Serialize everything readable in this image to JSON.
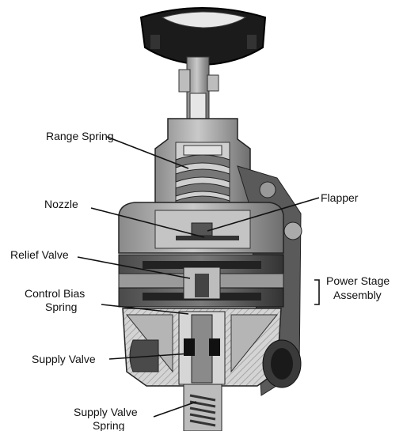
{
  "labels": {
    "range_spring": "Range Spring",
    "nozzle": "Nozzle",
    "flapper": "Flapper",
    "relief_valve": "Relief Valve",
    "control_bias_line1": "Control Bias",
    "control_bias_line2": "Spring",
    "power_stage_line1": "Power Stage",
    "power_stage_line2": "Assembly",
    "supply_valve": "Supply Valve",
    "supply_valve_spring_line1": "Supply Valve",
    "supply_valve_spring_line2": "Spring"
  }
}
